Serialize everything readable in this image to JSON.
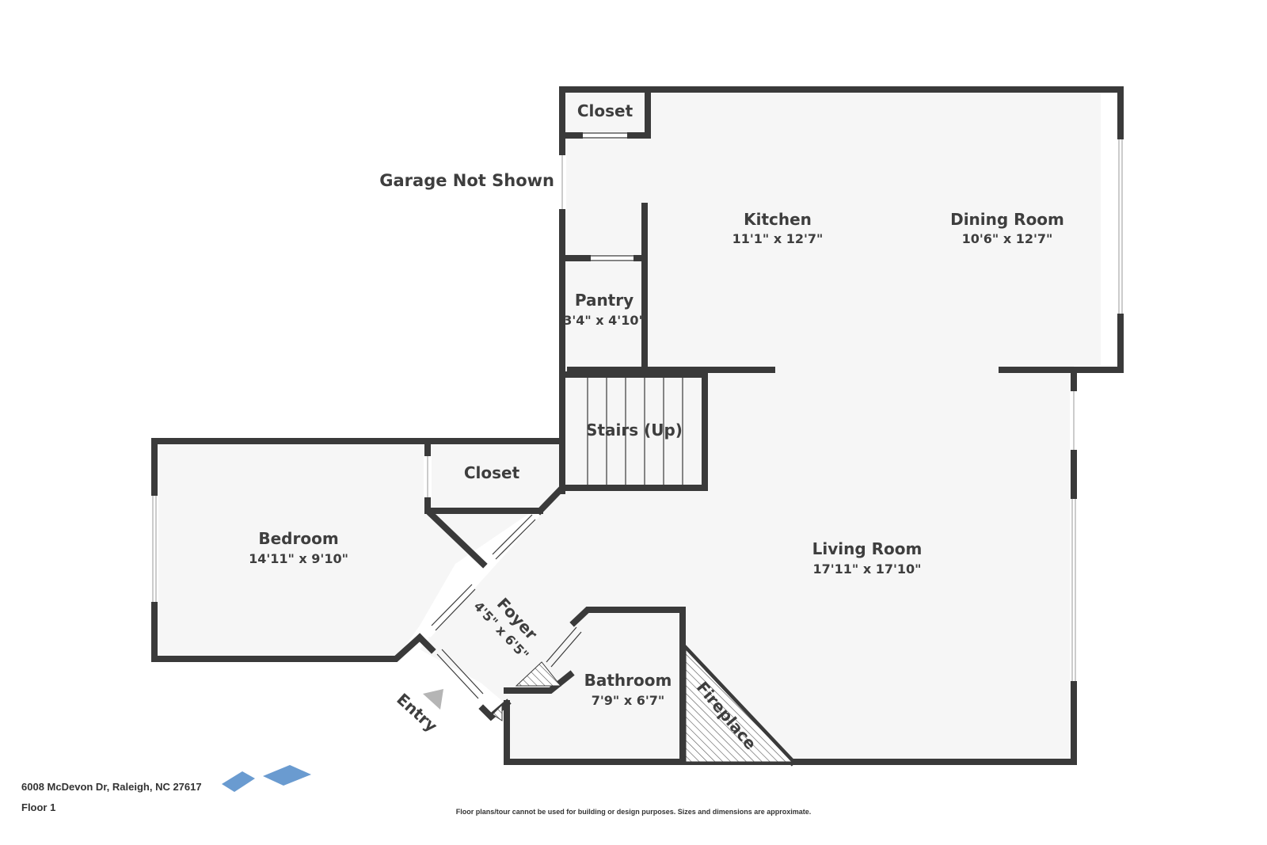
{
  "rooms": {
    "closet_top": {
      "name": "Closet"
    },
    "kitchen": {
      "name": "Kitchen",
      "dims": "11'1\" x 12'7\""
    },
    "dining": {
      "name": "Dining Room",
      "dims": "10'6\" x 12'7\""
    },
    "pantry": {
      "name": "Pantry",
      "dims": "3'4\" x 4'10\""
    },
    "stairs": {
      "name": "Stairs (Up)"
    },
    "closet_bed": {
      "name": "Closet"
    },
    "bedroom": {
      "name": "Bedroom",
      "dims": "14'11\" x 9'10\""
    },
    "living": {
      "name": "Living Room",
      "dims": "17'11\" x 17'10\""
    },
    "foyer": {
      "name": "Foyer",
      "dims": "4'5\" x 6'5\""
    },
    "bathroom": {
      "name": "Bathroom",
      "dims": "7'9\" x 6'7\""
    },
    "fireplace": {
      "name": "Fireplace"
    }
  },
  "labels": {
    "garage": "Garage Not Shown",
    "entry": "Entry"
  },
  "footer": {
    "address": "6008 McDevon Dr, Raleigh, NC 27617",
    "floor": "Floor 1",
    "disclaimer": "Floor plans/tour cannot be used for building or design purposes. Sizes and dimensions are approximate."
  },
  "colors": {
    "wall": "#3a3a3a",
    "floor": "#f6f6f6",
    "compass": "#6a9bd0",
    "entry_arrow": "#b5b5b5"
  }
}
